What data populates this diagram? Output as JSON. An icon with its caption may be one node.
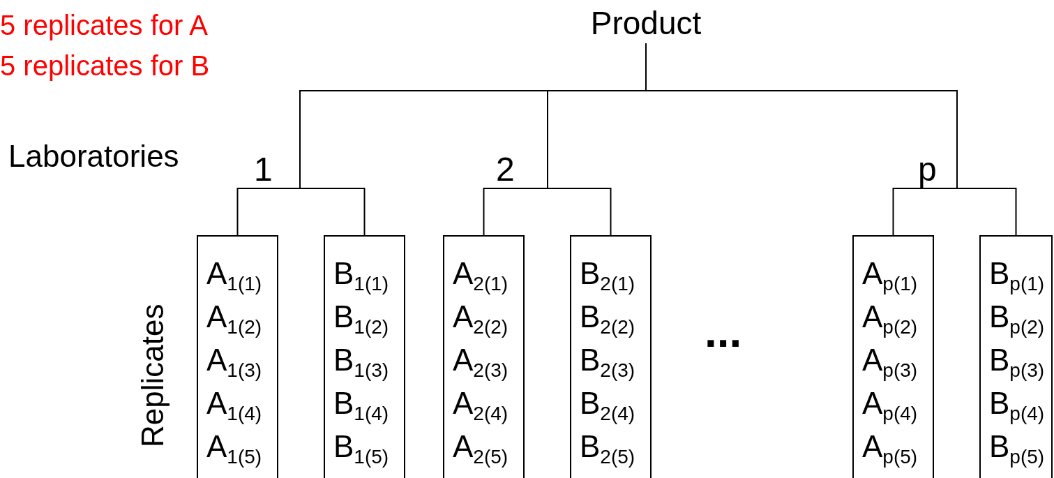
{
  "diagram": {
    "nodes": [
      {
        "text": [
          "Product"
        ]
      },
      {
        "text": [
          "1"
        ]
      },
      {
        "text": [
          "2"
        ]
      },
      {
        "text": [
          "p"
        ]
      },
      {
        "text": [
          "A$_{1(1)}$",
          "A$_{1(2)}$",
          "A$_{1(3)}$",
          "A$_{1(4)}$",
          "A$_{1(5)}$"
        ]
      },
      {
        "text": [
          "B$_{1(1)}$",
          "B$_{1(2)}$",
          "B$_{1(3)}$",
          "B$_{1(4)}$",
          "B$_{1(5)}$"
        ]
      },
      {
        "text": [
          "A$_{2(1)}$",
          "A$_{2(2)}$",
          "A$_{2(3)}$",
          "A$_{2(4)}$",
          "A$_{2(5)}$"
        ]
      },
      {
        "text": [
          "B$_{2(1)}$",
          "B$_{2(2)}$",
          "B$_{2(3)}$",
          "B$_{2(4)}$",
          "B$_{2(5)}$"
        ]
      },
      {
        "text": [
          "A$_{p(1)}$",
          "A$_{p(2)}$",
          "A$_{p(3)}$",
          "A$_{p(4)}$",
          "A$_{p(5)}$"
        ]
      },
      {
        "text": [
          "B$_{p(1)}$",
          "B$_{p(2)}$",
          "B$_{p(3)}$",
          "B$_{p(4)}$",
          "B$_{p(5)}$"
        ]
      }
    ],
    "edges": [
      {
        "from": 0,
        "to": 1,
        "arrow": "none"
      },
      {
        "from": 0,
        "to": 2,
        "arrow": "none"
      },
      {
        "from": 0,
        "to": 3,
        "arrow": "none"
      },
      {
        "from": 1,
        "to": 4,
        "arrow": "none"
      },
      {
        "from": 1,
        "to": 5,
        "arrow": "none"
      },
      {
        "from": 2,
        "to": 6,
        "arrow": "none"
      },
      {
        "from": 2,
        "to": 7,
        "arrow": "none"
      },
      {
        "from": 3,
        "to": 8,
        "arrow": "none"
      },
      {
        "from": 3,
        "to": 9,
        "arrow": "none"
      }
    ],
    "labels": [
      "5 replicates for A",
      "5 replicates for B",
      "Laboratories",
      "Replicates",
      "..."
    ]
  }
}
